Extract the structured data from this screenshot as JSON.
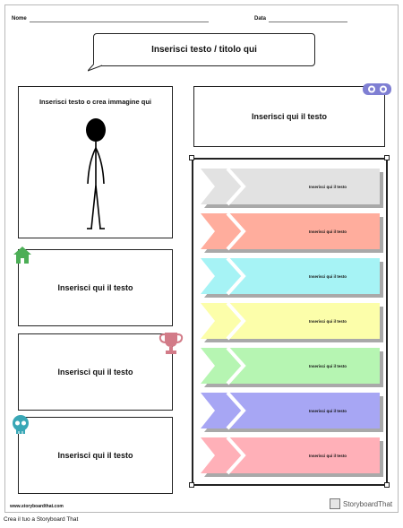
{
  "header": {
    "name_label": "Nome",
    "date_label": "Data"
  },
  "title": {
    "text": "Inserisci testo / titolo qui"
  },
  "image_box": {
    "caption": "Inserisci testo o crea immagine qui"
  },
  "boxes": {
    "top_right": "Inserisci qui il testo",
    "left_1": "Inserisci qui il testo",
    "left_2": "Inserisci qui il testo",
    "left_3": "Inserisci qui il testo"
  },
  "chevrons": [
    {
      "text": "Inserisci qui il testo",
      "color": "#e2e2e2"
    },
    {
      "text": "Inserisci qui il testo",
      "color": "#ffad9d"
    },
    {
      "text": "Inserisci qui il testo",
      "color": "#a6f3f5"
    },
    {
      "text": "Inserisci qui il testo",
      "color": "#fcfeaa"
    },
    {
      "text": "Inserisci qui il testo",
      "color": "#b6f5b2"
    },
    {
      "text": "Inserisci qui il testo",
      "color": "#a7a6f4"
    },
    {
      "text": "Inserisci qui il testo",
      "color": "#ffb0b8"
    }
  ],
  "icons": {
    "glasses": "glasses-icon",
    "house": "house-icon",
    "trophy": "trophy-icon",
    "skull": "skull-icon",
    "colors": {
      "glasses": "#7f7fd3",
      "house": "#4cae56",
      "trophy": "#d27b88",
      "skull": "#39a7b6"
    }
  },
  "footer": {
    "url": "www.storyboardthat.com",
    "brand": "StoryboardThat",
    "caption": "Crea il tuo a Storyboard That"
  }
}
